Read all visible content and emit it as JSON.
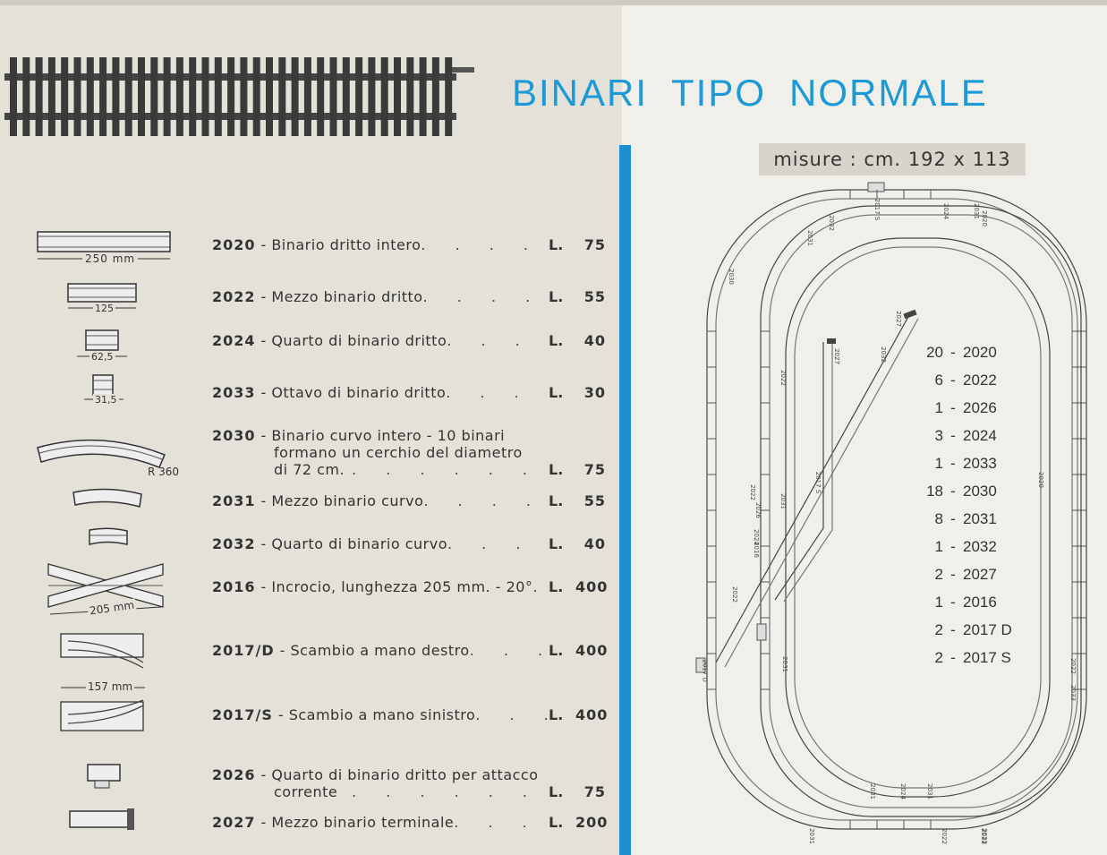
{
  "header": {
    "title_words": [
      "BINARI",
      "TIPO",
      "NORMALE"
    ],
    "dimensions": "misure : cm. 192 x 113"
  },
  "colors": {
    "accent_blue": "#1d8fcf",
    "paper": "#e4e1d8",
    "ink": "#333333"
  },
  "catalog": [
    {
      "code": "2020",
      "lines": [
        "Binario dritto intero"
      ],
      "currency": "L.",
      "price": "75"
    },
    {
      "code": "2022",
      "lines": [
        "Mezzo binario dritto"
      ],
      "currency": "L.",
      "price": "55"
    },
    {
      "code": "2024",
      "lines": [
        "Quarto di binario dritto"
      ],
      "currency": "L.",
      "price": "40"
    },
    {
      "code": "2033",
      "lines": [
        "Ottavo di binario dritto"
      ],
      "currency": "L.",
      "price": "30"
    },
    {
      "code": "2030",
      "lines": [
        "Binario curvo intero - 10 binari",
        "formano un cerchio del diametro",
        "di 72 cm."
      ],
      "currency": "L.",
      "price": "75"
    },
    {
      "code": "2031",
      "lines": [
        "Mezzo binario curvo"
      ],
      "currency": "L.",
      "price": "55"
    },
    {
      "code": "2032",
      "lines": [
        "Quarto di binario curvo"
      ],
      "currency": "L.",
      "price": "40"
    },
    {
      "code": "2016",
      "lines": [
        "Incrocio, lunghezza 205 mm. - 20°"
      ],
      "currency": "L.",
      "price": "400"
    },
    {
      "code": "2017/D",
      "lines": [
        "Scambio a mano destro"
      ],
      "currency": "L.",
      "price": "400"
    },
    {
      "code": "2017/S",
      "lines": [
        "Scambio a mano sinistro"
      ],
      "currency": "L.",
      "price": "400"
    },
    {
      "code": "2026",
      "lines": [
        "Quarto di binario dritto per attacco",
        "corrente"
      ],
      "currency": "L.",
      "price": "75"
    },
    {
      "code": "2027",
      "lines": [
        "Mezzo binario terminale"
      ],
      "currency": "L.",
      "price": "200"
    }
  ],
  "icon_labels": {
    "straight_full": "250 mm",
    "straight_half": "125",
    "straight_quarter": "62,5",
    "straight_eighth": "31,5",
    "curve_radius": "R 360",
    "crossing": "205 mm",
    "switch": "157 mm"
  },
  "kit": [
    {
      "qty": "20",
      "code": "2020"
    },
    {
      "qty": "6",
      "code": "2022"
    },
    {
      "qty": "1",
      "code": "2026"
    },
    {
      "qty": "3",
      "code": "2024"
    },
    {
      "qty": "1",
      "code": "2033"
    },
    {
      "qty": "18",
      "code": "2030"
    },
    {
      "qty": "8",
      "code": "2031"
    },
    {
      "qty": "1",
      "code": "2032"
    },
    {
      "qty": "2",
      "code": "2027"
    },
    {
      "qty": "1",
      "code": "2016"
    },
    {
      "qty": "2",
      "code": "2017 D"
    },
    {
      "qty": "2",
      "code": "2017 S"
    }
  ],
  "layout_labels": [
    "2030",
    "2032",
    "2031",
    "2017 S",
    "2024",
    "2031",
    "2027",
    "2032",
    "2022",
    "2027",
    "2017 S",
    "2022",
    "2026",
    "2024",
    "2016",
    "2031",
    "2020",
    "2033",
    "2022",
    "2031",
    "2024",
    "2031",
    "2031",
    "2022",
    "2031",
    "2017 D",
    "2022",
    "2020",
    "2022",
    "2033"
  ]
}
